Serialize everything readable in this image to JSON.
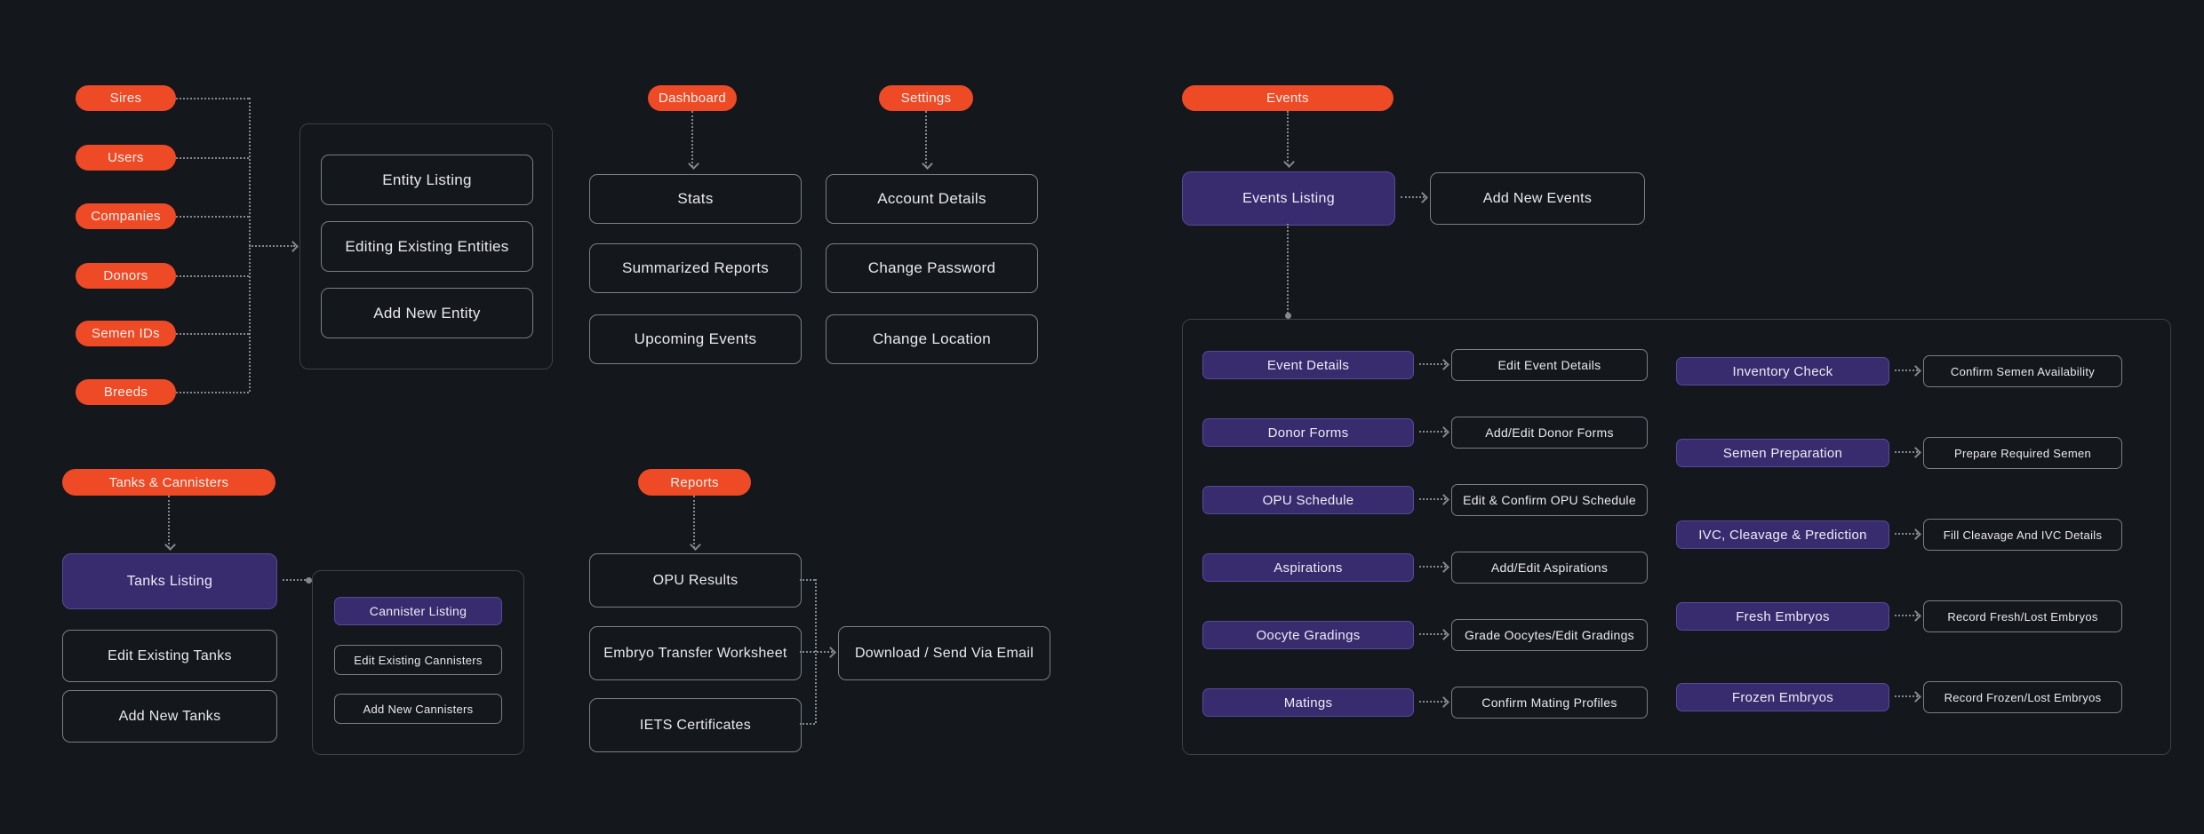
{
  "colors": {
    "background": "#14171c",
    "accent_orange": "#ee4a26",
    "accent_purple": "#382c6e"
  },
  "entities": {
    "pills": [
      "Sires",
      "Users",
      "Companies",
      "Donors",
      "Semen IDs",
      "Breeds"
    ],
    "actions": [
      "Entity Listing",
      "Editing Existing Entities",
      "Add New Entity"
    ]
  },
  "dashboard": {
    "title": "Dashboard",
    "items": [
      "Stats",
      "Summarized Reports",
      "Upcoming Events"
    ]
  },
  "settings": {
    "title": "Settings",
    "items": [
      "Account Details",
      "Change Password",
      "Change Location"
    ]
  },
  "events": {
    "title": "Events",
    "listing": "Events Listing",
    "add_new": "Add New Events",
    "flow_left": [
      {
        "step": "Event Details",
        "action": "Edit Event Details"
      },
      {
        "step": "Donor Forms",
        "action": "Add/Edit Donor Forms"
      },
      {
        "step": "OPU Schedule",
        "action": "Edit & Confirm OPU Schedule"
      },
      {
        "step": "Aspirations",
        "action": "Add/Edit Aspirations"
      },
      {
        "step": "Oocyte Gradings",
        "action": "Grade Oocytes/Edit Gradings"
      },
      {
        "step": "Matings",
        "action": "Confirm Mating Profiles"
      }
    ],
    "flow_right": [
      {
        "step": "Inventory Check",
        "action": "Confirm Semen Availability"
      },
      {
        "step": "Semen Preparation",
        "action": "Prepare Required Semen"
      },
      {
        "step": "IVC, Cleavage & Prediction",
        "action": "Fill Cleavage And IVC Details"
      },
      {
        "step": "Fresh Embryos",
        "action": "Record Fresh/Lost Embryos"
      },
      {
        "step": "Frozen Embryos",
        "action": "Record Frozen/Lost Embryos"
      }
    ]
  },
  "tanks": {
    "title": "Tanks & Cannisters",
    "listing": "Tanks Listing",
    "items": [
      "Edit Existing Tanks",
      "Add New Tanks"
    ],
    "cannisters": {
      "listing": "Cannister Listing",
      "items": [
        "Edit Existing Cannisters",
        "Add New Cannisters"
      ]
    }
  },
  "reports": {
    "title": "Reports",
    "items": [
      "OPU Results",
      "Embryo Transfer Worksheet",
      "IETS Certificates"
    ],
    "action": "Download / Send Via Email"
  }
}
